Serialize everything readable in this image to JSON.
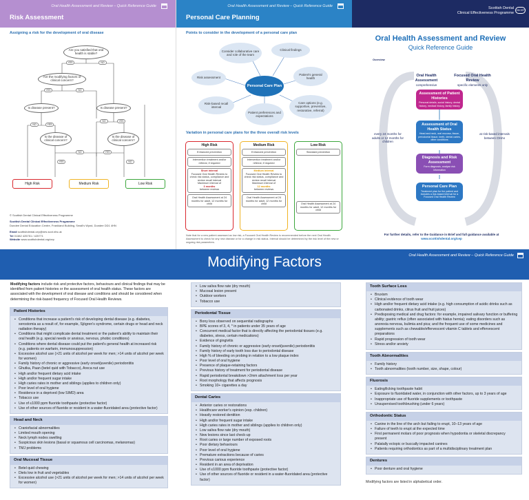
{
  "header_guide": "Oral Health Assessment and Review – Quick Reference Guide",
  "panel1": {
    "title": "Risk Assessment",
    "subtitle": "Assigning a risk for the development of oral disease",
    "nodes": {
      "q1": "Are you satisfied that oral health is stable?",
      "q2": "Are the modifying factors of clinical concern?",
      "q3": "Is disease present?",
      "q4": "Is disease present?",
      "q5": "Is the disease of clinical concern?",
      "q6": "Is the disease of clinical concern?"
    },
    "yes": "YES",
    "no": "NO",
    "risks": {
      "high": "High Risk",
      "medium": "Medium Risk",
      "low": "Low Risk"
    },
    "footer": {
      "line1": "© Scottish Dental Clinical Effectiveness Programme",
      "line2": "Scottish Dental Clinical Effectiveness Programme",
      "line3": "Dundee Dental Education Centre, Frankland Building, Small’s Wynd, Dundee DD1 4HN",
      "email_label": "Email",
      "email": "scottishdental.cep@nes.scot.nhs.uk",
      "tel_label": "Tel",
      "tel": "01382 425751 / 425771",
      "web_label": "Website",
      "web": "www.scottishdental.org/cep"
    },
    "colors": {
      "high": "#d9262c",
      "medium": "#f0b323",
      "low": "#3aa63a"
    }
  },
  "panel2": {
    "title": "Personal Care Planning",
    "subtitle": "Points to consider in the development of a personal care plan",
    "center": "Personal Care Plan",
    "bubbles": [
      "Consider collaborative care and role of the team",
      "Clinical findings",
      "Risk assessment",
      "Patient's general health",
      "Risk-based recall interval",
      "Patient preferences and expectations",
      "Care options (e.g. supportive, preventive, restorative, referral)"
    ],
    "variation_title": "Variation in personal care plans for the three overall risk levels",
    "columns": [
      {
        "head": "High Risk",
        "items": [
          "Enhanced prevention",
          "Intervention treatment and/or referral, if required"
        ],
        "short_head": "Short interval",
        "short_body": "Focused Oral Health Review to check risk status, compliance and review recall interval",
        "max_head": "Maximum interval of",
        "max_value": "3 months",
        "max_tail": "between reviews",
        "recall": "Oral Health Assessment at 24 months for adult, 12 months for child"
      },
      {
        "head": "Medium Risk",
        "items": [
          "Enhanced prevention",
          "Intervention treatment and/or referral, if required"
        ],
        "short_head": "Medium interval",
        "short_body": "Focused Oral Health Review to check risk status, compliance and review recall interval",
        "max_head": "Maximum interval of",
        "max_value": "12 months",
        "max_tail": "between reviews",
        "recall": "Oral Health Assessment at 24 months for adult, 12 months for child"
      },
      {
        "head": "Low Risk",
        "items": [
          "Standard prevention"
        ],
        "short_head": "",
        "short_body": "",
        "max_head": "",
        "max_value": "",
        "max_tail": "",
        "recall": "Oral Health Assessment at 24 months for adult, 12 months for child"
      }
    ],
    "footnote": "Note that for a new patient assessed as low risk, a Focused Oral Health Review is recommended before the next Oral Health Assessment to check for any new disease or for a change in risk status. Interval should be determined by the risk level of the new or ongoing risk parameters."
  },
  "panel3": {
    "brand_line1": "Scottish Dental",
    "brand_line2": "Clinical Effectiveness Programme",
    "brand_logo": "SDCEP",
    "title": "Oral Health Assessment and Review",
    "subtitle": "Quick Reference Guide",
    "overview": "Overview",
    "left_label": "Oral Health Assessment",
    "left_sub": "comprehensive",
    "right_label": "Focused Oral Health Review",
    "right_sub": "specific elements only",
    "left_interval": "every 24 months for adults or 12 months for children",
    "right_interval": "at risk-based intervals between OHAs",
    "boxes": [
      {
        "title": "Assessment of Patient Histories",
        "body": "Personal details, social history, dental history, medical history, family history"
      },
      {
        "title": "Assessment of Oral Health Status",
        "body": "Head and neck, oral mucosa, tissue, periodontal tissue, teeth, dental caries, other conditions"
      },
      {
        "title": "Diagnosis and Risk Assessment",
        "body": "Form diagnosis, analyse risk information"
      },
      {
        "title": "Personal Care Plan",
        "body": "Treatment plan for the patient and includes a risk-based interval for a Focused Oral Health Review"
      }
    ],
    "box_colors": [
      "#c0278e",
      "#2d78c4",
      "#8a4fb4",
      "#2d78c4"
    ],
    "footer_line": "For further details, refer to the Guidance in Brief and full guidance available at",
    "footer_link": "www.scottishdental.org/cep"
  },
  "modifying": {
    "title": "Modifying Factors",
    "intro_bold": "Modifying factors",
    "intro_rest": " include risk and protective factors, behaviours and clinical findings that may be identified from patient histories or the assessment of oral health status. These factors are associated with the development of oral disease and conditions and should be considered when determining the risk-based frequency of Focused Oral Health Reviews.",
    "col1": [
      {
        "title": "Patient Histories",
        "items": [
          "Conditions that increase a patient's risk of developing dental disease (e.g. diabetes, xerostomia as a result of, for example, Sjögren's syndrome, certain drugs or head and neck radiation therapy)",
          "Conditions that might complicate dental treatment or the patient's ability to maintain their oral health (e.g. special needs or anxious, nervous, phobic conditions)",
          "Conditions where dental disease could put the patient's general health at increased risk (e.g. patients on warfarin, immunosuppression)",
          "Excessive alcohol use (>21 units of alcohol per week for men; >14 units of alcohol per week for women)",
          "Family history of chronic or aggressive (early onset/juvenile) periodontitis",
          "Ghutka, Paan (betel quid with Tobacco), Areca nut use",
          "High and/or frequent dietary acid intake",
          "High and/or frequent sugar intake",
          "High caries rates in mother and siblings (applies to children only)",
          "Poor level of oral hygiene",
          "Residence in a deprived (low SIMD) area",
          "Tobacco use",
          "Use of ≤1000 ppm fluoride toothpaste (protective factor)",
          "Use of other sources of fluoride or resident in a water-fluoridated area (protective factor)"
        ]
      },
      {
        "title": "Head and Neck",
        "items": [
          "Craniofacial abnormalities",
          "Limited mouth opening",
          "Neck lymph nodes swelling",
          "Suspicious skin lesions (basal or squamous cell carcinomas, melanomas)",
          "TMJ problems"
        ]
      },
      {
        "title": "Oral Mucosal Tissue",
        "items": [
          "Betel quid chewing",
          "Diets low in fruit and vegetables",
          "Excessive alcohol use (>21 units of alcohol per week for men; >14 units of alcohol per week for women)"
        ]
      }
    ],
    "col2_cont": [
      "Low saliva flow rate (dry mouth)",
      "Mucosal lesion present",
      "Outdoor workers",
      "Tobacco use"
    ],
    "col2": [
      {
        "title": "Periodontal Tissue",
        "items": [
          "Bony loss observed on sequential radiographs",
          "BPE scores of 3, 4, * in patients under 35 years of age",
          "Concurrent medical factor that is directly affecting the periodontal tissues (e.g. diabetes, stress, certain medications)",
          "Evidence of gingivitis",
          "Family history of chronic or aggressive (early onset/juvenile) periodontitis",
          "Family history of early tooth loss due to periodontal disease",
          "High % of bleeding on probing in relation to a low plaque index",
          "Poor level of oral hygiene",
          "Presence of plaque-retaining factors",
          "Previous history of treatment for periodontal disease",
          "Rapid periodontal breakdown >2mm attachment loss per year",
          "Root morphology that affects prognosis",
          "Smoking 10+ cigarettes a day"
        ]
      },
      {
        "title": "Dental Caries",
        "items": [
          "Anterior caries or restorations",
          "Healthcare worker's opinion (esp. children)",
          "Heavily restored dentition",
          "High and/or frequent sugar intake",
          "High caries rates in mother and siblings (applies to children only)",
          "Low saliva flow rate (dry mouth)",
          "New lesions since last check-up",
          "Root caries or large number of exposed roots",
          "Poor dietary behaviours",
          "Poor level of oral hygiene",
          "Premature extractions because of caries",
          "Previous carious experience",
          "Resident in an area of deprivation",
          "Use of ≤1000 ppm fluoride toothpaste (protective factor)",
          "Use of other sources of fluoride or resident in a water-fluoridated area (protective factor)"
        ]
      }
    ],
    "col3": [
      {
        "title": "Tooth Surface Loss",
        "items": [
          "Bruxism",
          "Clinical evidence of tooth wear",
          "High and/or frequent dietary acid intake (e.g. high consumption of acidic drinks such as carbonated drinks, citrus fruit and fruit juices)",
          "Predisposing medical and drug factors: for example, impaired salivary function or buffering ability; gastric reflux (often associated with hiatus hernia); eating disorders such as anorexia nervosa, bulimia and pica; and the frequent use of some medicines and supplements such as chewable/effervescent vitamin C tablets and effervescent preparations",
          "Rapid progression of tooth wear",
          "Stress and/or anxiety"
        ]
      },
      {
        "title": "Tooth Abnormalities",
        "items": [
          "Family history",
          "Tooth abnormalities (tooth number, size, shape, colour)"
        ]
      },
      {
        "title": "Fluorosis",
        "items": [
          "Eating/licking toothpaste habit",
          "Exposure to fluoridated water, in conjunction with other factors, up to 3 years of age",
          "Inappropriate use of fluoride supplements or toothpaste",
          "Unsupervised toothbrushing (under 6 years)"
        ]
      },
      {
        "title": "Orthodontic Status",
        "items": [
          "Canine in the line of the arch but failing to erupt, 10–13 years of age",
          "Failure of teeth to erupt at the expected time",
          "First permanent molars of poor prognosis when hypodontia or skeletal discrepancy present",
          "Palatally ectopic or buccally impacted canines",
          "Patients requiring orthodontics as part of a multidisciplinary treatment plan"
        ]
      },
      {
        "title": "Dentures",
        "items": [
          "Poor denture and oral hygiene"
        ]
      }
    ],
    "note": "Modifying factors are listed in alphabetical order."
  }
}
